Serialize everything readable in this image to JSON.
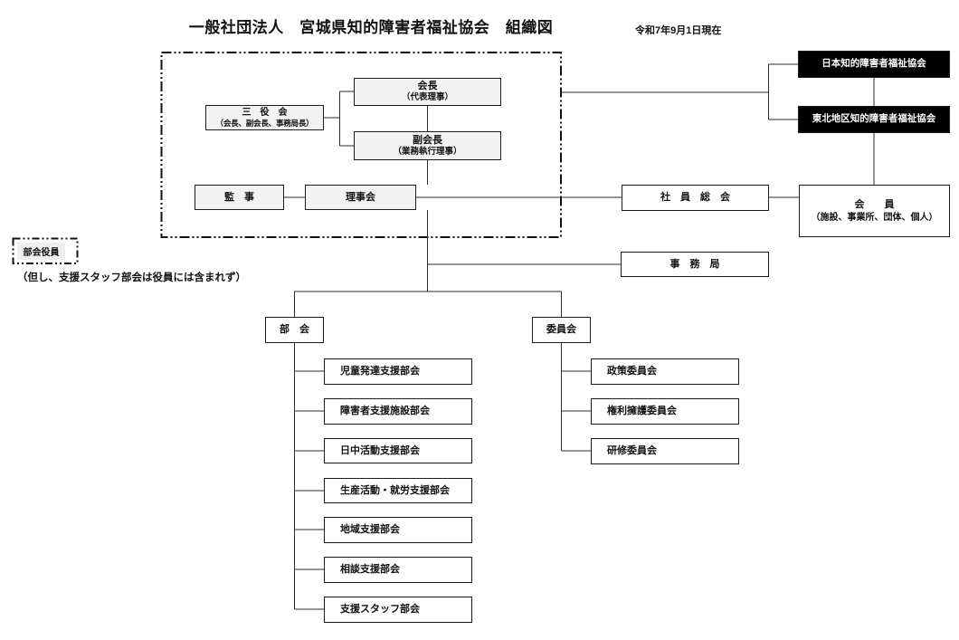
{
  "header": {
    "title": "一般社団法人　宮城県知的障害者福祉協会　組織図",
    "date": "令和7年9月1日現在"
  },
  "org": {
    "sanyakukai": {
      "line1": "三　役　会",
      "line2": "（会長、副会長、事務局長）"
    },
    "kaicho": {
      "line1": "会長",
      "line2": "（代表理事）"
    },
    "fukukaicho": {
      "line1": "副会長",
      "line2": "（業務執行理事）"
    },
    "kanji": "監　事",
    "rijikai": "理事会",
    "shain_sokai": "社　員　総　会",
    "kaiin": {
      "line1": "会　　員",
      "line2": "（施設、事業所、団体、個人）"
    },
    "nihon_kyokai": "日本知的障害者福祉協会",
    "tohoku_kyokai": "東北地区知的障害者福祉協会",
    "jimukyoku": "事　務　局",
    "bukai": "部　会",
    "iinkai": "委員会"
  },
  "legend": {
    "label": "部会役員",
    "note": "（但し、支援スタッフ部会は役員には含まれず）"
  },
  "bukai_items": [
    "児童発達支援部会",
    "障害者支援施設部会",
    "日中活動支援部会",
    "生産活動・就労支援部会",
    "地域支援部会",
    "相談支援部会",
    "支援スタッフ部会"
  ],
  "iinkai_items": [
    "政策委員会",
    "権利擁護委員会",
    "研修委員会"
  ],
  "colors": {
    "box_border": "#1c1c1c",
    "gray_fill": "#f2f2f2",
    "black_fill": "#000000",
    "line": "#2b2b2b"
  }
}
